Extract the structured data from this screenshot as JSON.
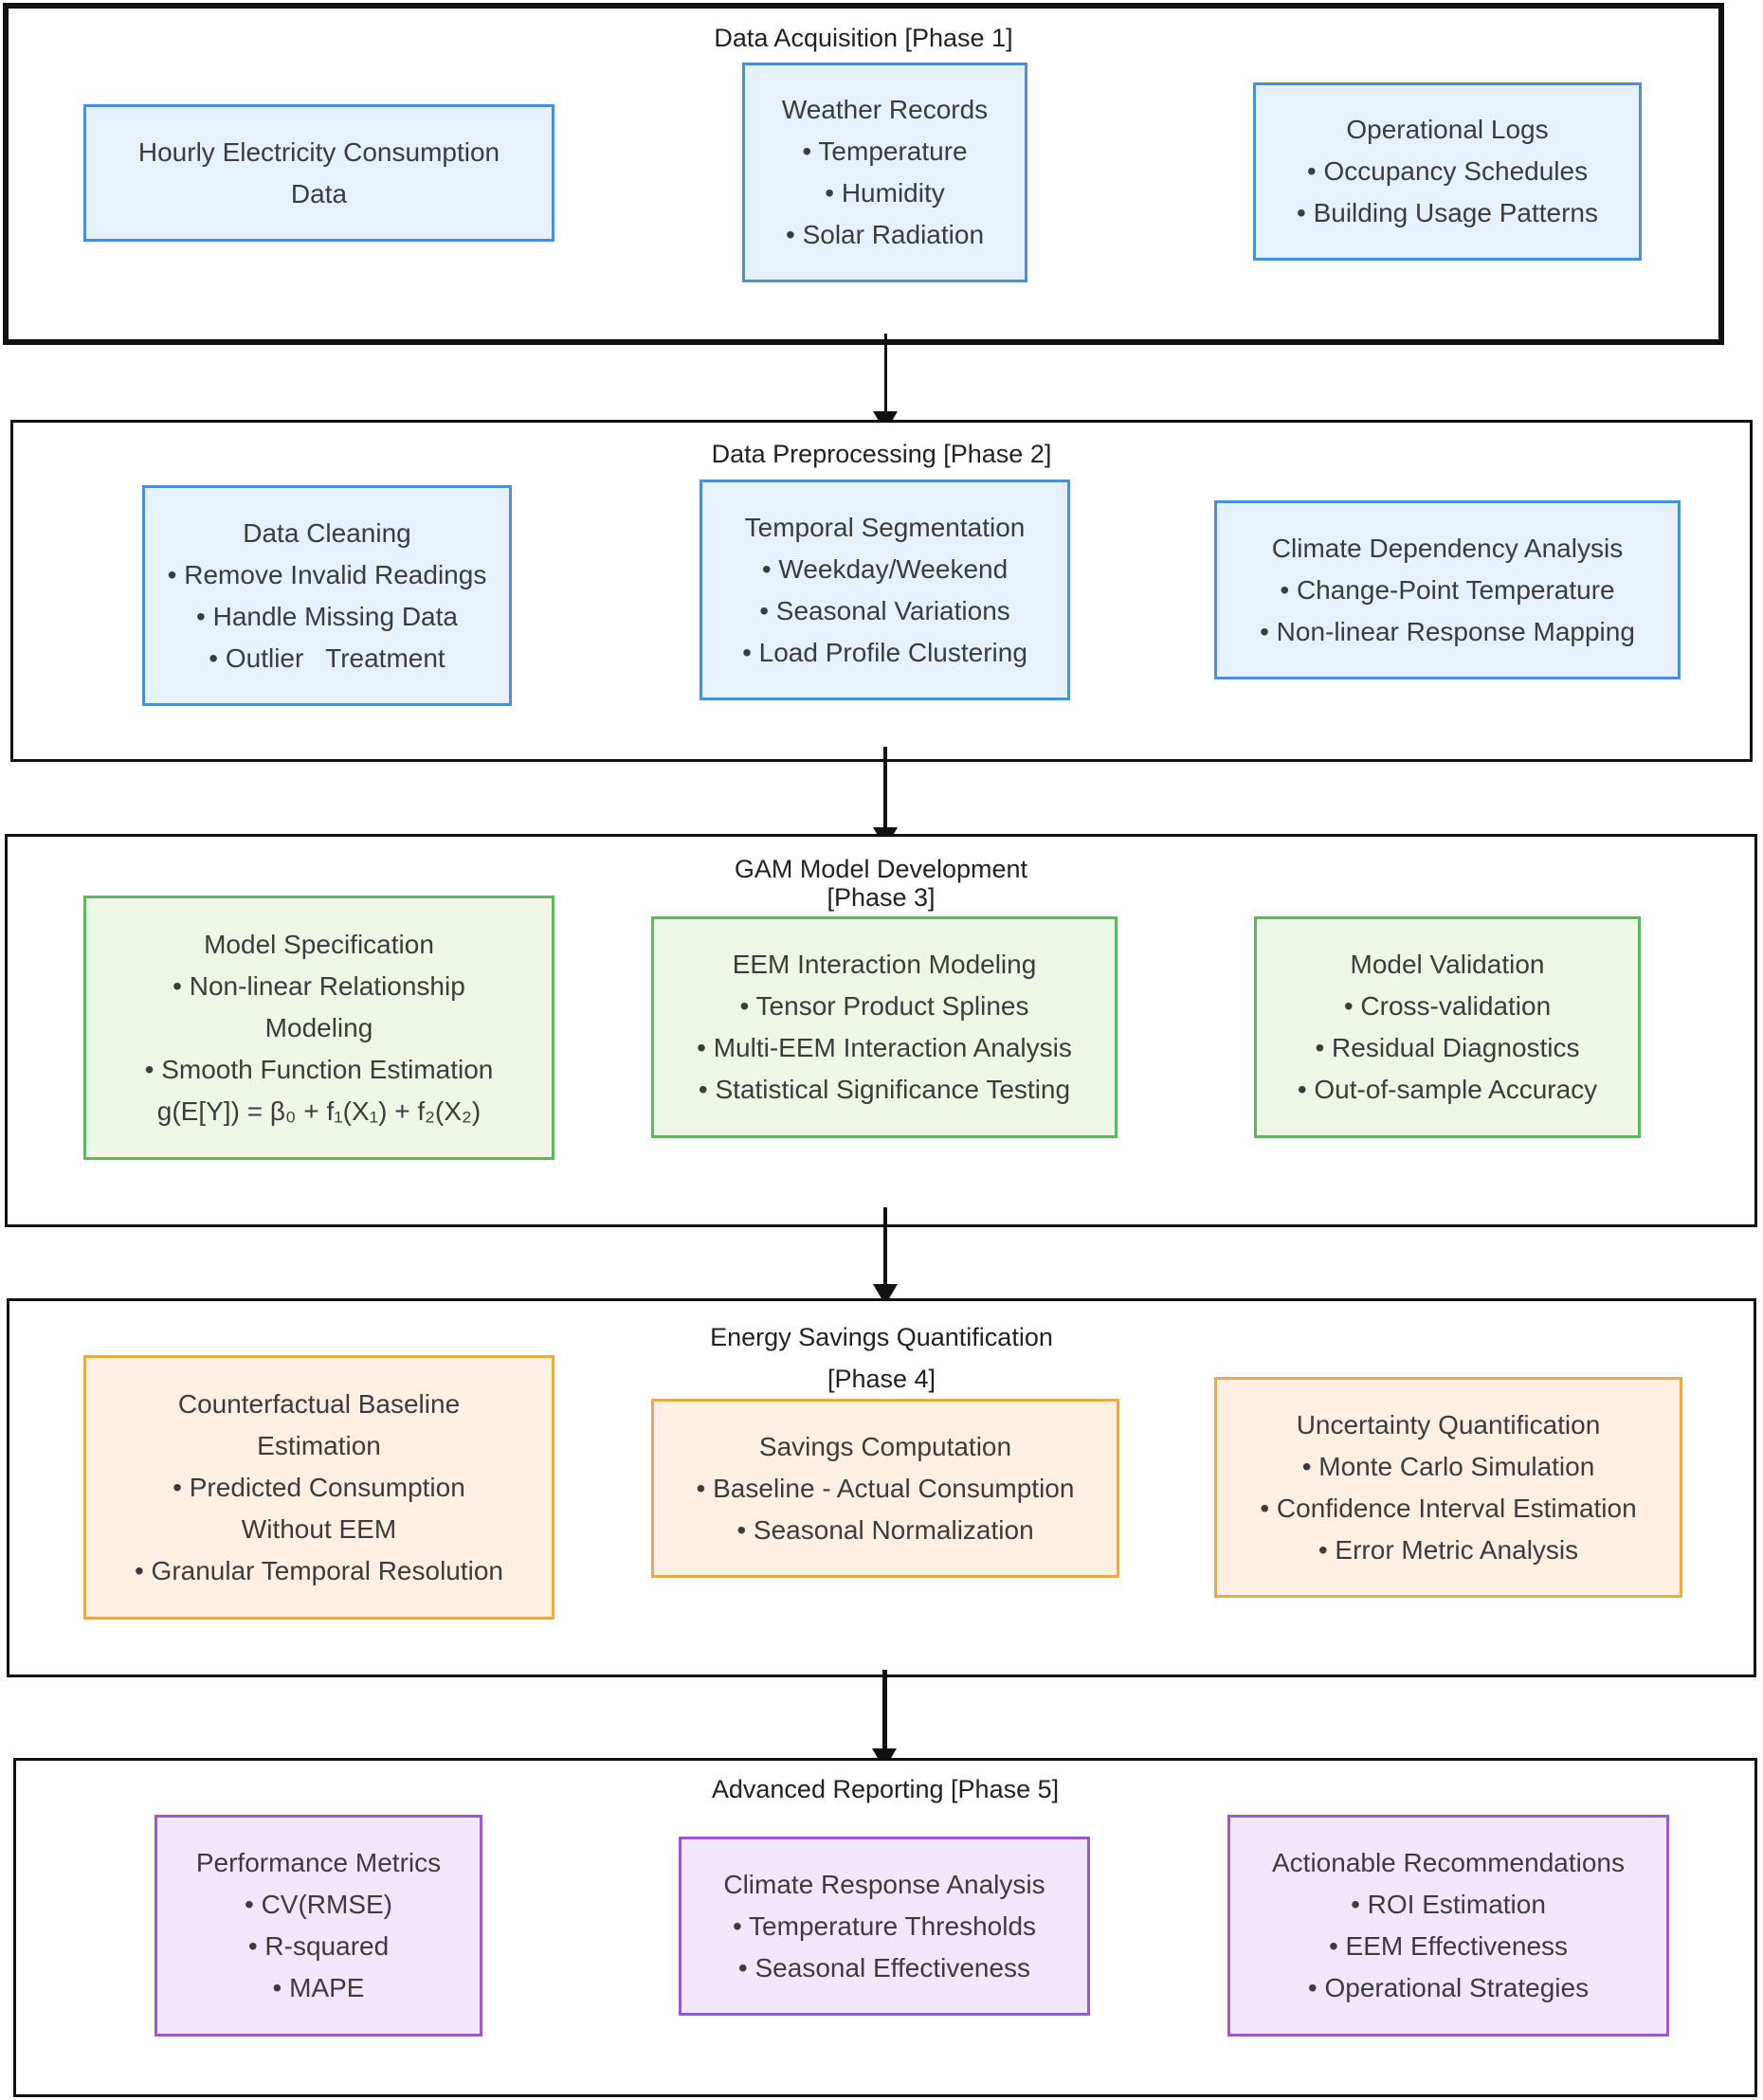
{
  "phases": [
    {
      "title": "Data Acquisition [Phase 1]",
      "boxes": [
        {
          "lines": [
            "Hourly Electricity Consumption",
            "Data"
          ]
        },
        {
          "lines": [
            "Weather Records",
            "• Temperature",
            "• Humidity",
            "• Solar Radiation"
          ]
        },
        {
          "lines": [
            "Operational Logs",
            "• Occupancy Schedules",
            "• Building Usage Patterns"
          ]
        }
      ]
    },
    {
      "title": "Data Preprocessing [Phase 2]",
      "boxes": [
        {
          "lines": [
            "Data Cleaning",
            "• Remove Invalid Readings",
            "• Handle Missing Data",
            "• Outlier   Treatment"
          ]
        },
        {
          "lines": [
            "Temporal Segmentation",
            "• Weekday/Weekend",
            "• Seasonal Variations",
            "• Load Profile Clustering"
          ]
        },
        {
          "lines": [
            "Climate Dependency Analysis",
            "• Change-Point Temperature",
            "• Non-linear Response Mapping"
          ]
        }
      ]
    },
    {
      "title_lines": [
        "GAM Model Development",
        "[Phase 3]"
      ],
      "boxes": [
        {
          "lines": [
            "Model Specification",
            "• Non-linear Relationship",
            "Modeling",
            "• Smooth Function Estimation",
            "g(E[Y]) = β₀ + f₁(X₁) + f₂(X₂)"
          ]
        },
        {
          "lines": [
            "EEM Interaction Modeling",
            "• Tensor Product Splines",
            "• Multi-EEM Interaction Analysis",
            "• Statistical Significance Testing"
          ]
        },
        {
          "lines": [
            "Model Validation",
            "• Cross-validation",
            "• Residual Diagnostics",
            "• Out-of-sample Accuracy"
          ]
        }
      ]
    },
    {
      "title_lines": [
        "Energy Savings Quantification",
        "[Phase 4]"
      ],
      "boxes": [
        {
          "lines": [
            "Counterfactual Baseline",
            "Estimation",
            "• Predicted Consumption",
            "Without EEM",
            "• Granular Temporal Resolution"
          ]
        },
        {
          "lines": [
            "Savings Computation",
            "• Baseline - Actual Consumption",
            "• Seasonal Normalization"
          ]
        },
        {
          "lines": [
            "Uncertainty Quantification",
            "• Monte Carlo Simulation",
            "• Confidence Interval Estimation",
            "• Error Metric Analysis"
          ]
        }
      ]
    },
    {
      "title": "Advanced Reporting [Phase 5]",
      "boxes": [
        {
          "lines": [
            "Performance Metrics",
            "• CV(RMSE)",
            "• R-squared",
            "• MAPE"
          ]
        },
        {
          "lines": [
            "Climate Response Analysis",
            "• Temperature Thresholds",
            "• Seasonal Effectiveness"
          ]
        },
        {
          "lines": [
            "Actionable Recommendations",
            "• ROI Estimation",
            "• EEM Effectiveness",
            "• Operational Strategies"
          ]
        }
      ]
    }
  ],
  "colors": {
    "phase1_boxes": "#e6f1fc",
    "phase2_boxes": "#e6f1fc",
    "phase3_boxes": "#eef6e6",
    "phase4_boxes": "#fdf0e3",
    "phase5_boxes": "#f2e6fb",
    "frame": "#111111"
  }
}
